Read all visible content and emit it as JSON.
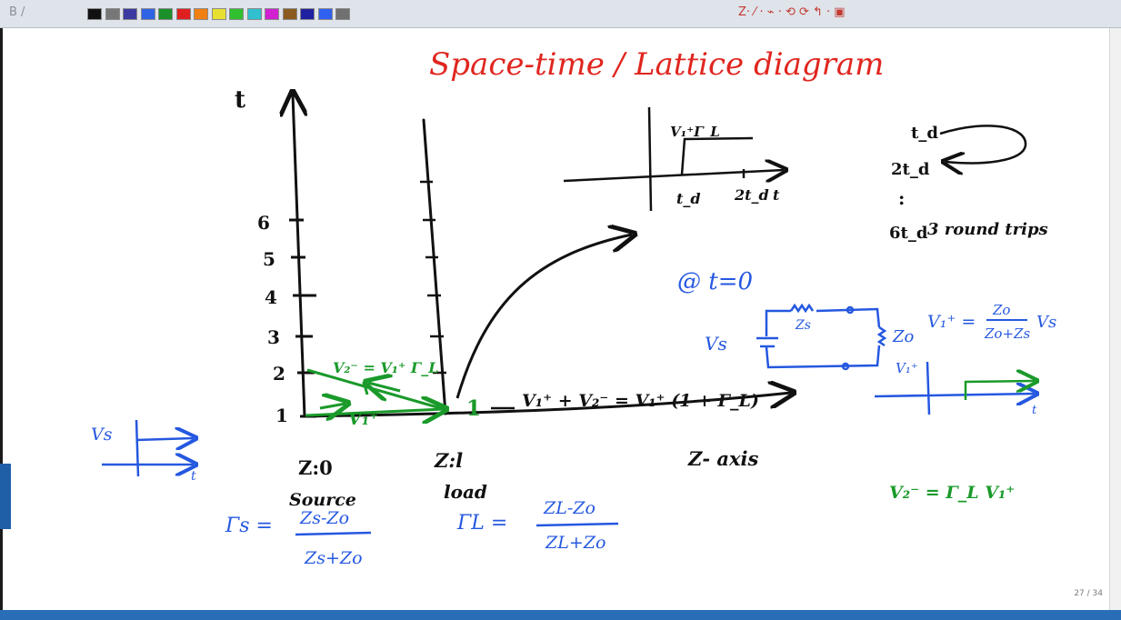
{
  "toolbar": {
    "left_glyphs": "B  /",
    "pen_colors": [
      "#111111",
      "#777777",
      "#3a3aa0",
      "#2f63e6",
      "#1a8f2a",
      "#e02020",
      "#f08010",
      "#e8e030",
      "#30c030",
      "#30c0d0",
      "#d020d0",
      "#8a5a20",
      "#2020a0",
      "#3060f0",
      "#707070"
    ],
    "right_tools": "Z·  ⁄ · ⌁ · ⟲ ⟳  ↰ · ▣"
  },
  "title": "Space-time / Lattice diagram",
  "axes": {
    "t_label": "t",
    "z_label": "Z- axis",
    "ticks": [
      "1",
      "2",
      "3",
      "4",
      "5",
      "6"
    ],
    "z0_label": "Z:0",
    "zl_label": "Z:l",
    "source_label": "Source",
    "load_label": "load"
  },
  "lattice": {
    "incident": "V₁⁺",
    "reflected_source": "V₂⁻ = V₁⁺ Γ_L",
    "load_tick": "1",
    "load_voltage": "V₁⁺ + V₂⁻ = V₁⁺ (1 + Γ_L)"
  },
  "inset_plot": {
    "level": "V₁⁺Γ_L",
    "x1": "t_d",
    "x2": "2t_d",
    "xaxis": "t"
  },
  "notes_right": {
    "td": "t_d",
    "two_td": "2t_d",
    "dots": ":",
    "six_td": "6t_d",
    "round_trips": "3 round trips"
  },
  "at_t0": "@ t=0",
  "circuit": {
    "vs": "Vs",
    "zs": "Zs",
    "zo": "Zo",
    "formula_lhs": "V₁⁺ =",
    "formula_num": "Zo",
    "formula_den": "Zo+Zs",
    "formula_rhs": "Vs"
  },
  "step_right_label": "V₁⁺",
  "step_right_axis": "t",
  "step_left_label": "Vs",
  "step_left_axis": "t",
  "reflection_note": "V₂⁻ = Γ_L V₁⁺",
  "gamma_s": {
    "lhs": "Γs =",
    "num": "Zs-Zo",
    "den": "Zs+Zo"
  },
  "gamma_l": {
    "lhs": "ΓL =",
    "num": "ZL-Zo",
    "den": "ZL+Zo"
  },
  "page_number": "27 / 34"
}
